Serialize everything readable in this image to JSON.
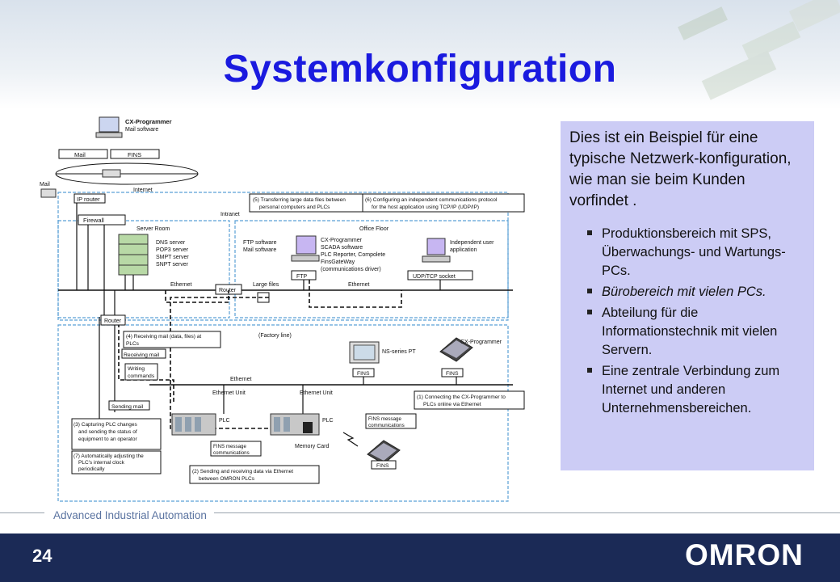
{
  "slide": {
    "title": "Systemkonfiguration",
    "footer_label": "Advanced Industrial Automation",
    "page_number": "24",
    "brand": "OMRON"
  },
  "colors": {
    "title": "#1a1adf",
    "bottom_bar": "#1b2a56",
    "info_box": "#ccccf5",
    "zone_border": "#5aa0d6"
  },
  "info": {
    "intro": "Dies ist ein Beispiel für eine typische Netzwerk-konfiguration, wie man sie beim Kunden vorfindet .",
    "bullets": [
      "Produktionsbereich mit SPS, Überwachungs- und Wartungs-PCs.",
      "Bürobereich mit vielen PCs.",
      "Abteilung für die Informationstechnik mit vielen Servern.",
      "Eine zentrale Verbindung zum Internet und anderen Unternehmensbereichen."
    ]
  },
  "diagram": {
    "cx_top_title": "CX-Programmer",
    "cx_top_sub": "Mail software",
    "mail": "Mail",
    "fins": "FINS",
    "internet": "Internet",
    "ip_router": "IP router",
    "firewall": "Firewall",
    "intranet": "Intranet",
    "note5a": "(5) Transferring large data files between",
    "note5b": "personal computers and PLCs",
    "note6a": "(6) Configuring an independent communications protocol",
    "note6b": "for the host application using TCP/IP (UDP/IP)",
    "server_room": "Server Room",
    "servers": [
      "DNS server",
      "POP3 server",
      "SMPT server",
      "SNPT server"
    ],
    "office_floor": "Office Floor",
    "ftp_sw_1": "FTP software",
    "ftp_sw_2": "Mail software",
    "cx_office": [
      "CX-Programmer",
      "SCADA software",
      "PLC Reporter, Compolete",
      "FinsGateWay",
      "(communications driver)"
    ],
    "indep": [
      "Independent user",
      "application"
    ],
    "ftp": "FTP",
    "udp": "UDP/TCP socket",
    "ethernet": "Ethernet",
    "router": "Router",
    "large_files": "Large files",
    "note4a": "(4) Receiving mail (data, files) at",
    "note4b": "PLCs",
    "factory_line": "(Factory line)",
    "receiving_mail": "Receiving mail",
    "writing_1": "Writing",
    "writing_2": "commands",
    "cx_factory": "CX-Programmer",
    "ns_pt": "NS-series PT",
    "ethernet_unit": "Ethernet Unit",
    "sending_mail": "Sending mail",
    "note1a": "(1) Connecting the CX-Programmer to",
    "note1b": "PLCs online via Ethernet",
    "note3a": "(3) Capturing PLC changes",
    "note3b": "and sending the status of",
    "note3c": "equipment to an operator",
    "note7a": "(7) Automatically adjusting the",
    "note7b": "PLC's internal clock",
    "note7c": "periodically",
    "plc": "PLC",
    "fins_msg_1": "FINS message",
    "fins_msg_2": "communications",
    "memory_card": "Memory Card",
    "note2a": "(2) Sending and receiving data via Ethernet",
    "note2b": "between OMRON PLCs"
  }
}
